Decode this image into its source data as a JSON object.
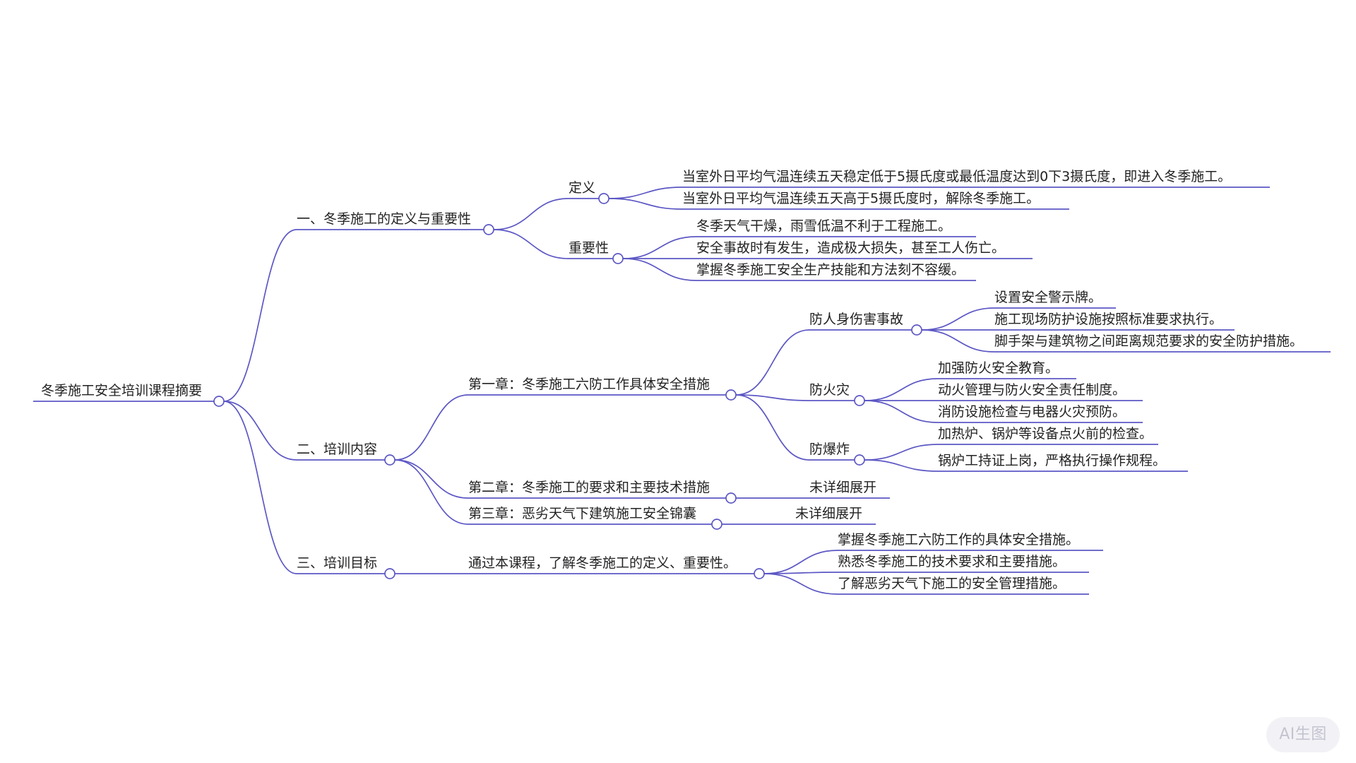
{
  "colors": {
    "line": "#5c57c4",
    "text": "#222222",
    "background": "#ffffff"
  },
  "mindmap": {
    "root": {
      "label": "冬季施工安全培训课程摘要",
      "children": [
        {
          "label": "一、冬季施工的定义与重要性",
          "children": [
            {
              "label": "定义",
              "children": [
                {
                  "label": "当室外日平均气温连续五天稳定低于5摄氏度或最低温度达到0下3摄氏度，即进入冬季施工。"
                },
                {
                  "label": "当室外日平均气温连续五天高于5摄氏度时，解除冬季施工。"
                }
              ]
            },
            {
              "label": "重要性",
              "children": [
                {
                  "label": "冬季天气干燥，雨雪低温不利于工程施工。"
                },
                {
                  "label": "安全事故时有发生，造成极大损失，甚至工人伤亡。"
                },
                {
                  "label": "掌握冬季施工安全生产技能和方法刻不容缓。"
                }
              ]
            }
          ]
        },
        {
          "label": "二、培训内容",
          "children": [
            {
              "label": "第一章：冬季施工六防工作具体安全措施",
              "children": [
                {
                  "label": "防人身伤害事故",
                  "children": [
                    {
                      "label": "设置安全警示牌。"
                    },
                    {
                      "label": "施工现场防护设施按照标准要求执行。"
                    },
                    {
                      "label": "脚手架与建筑物之间距离规范要求的安全防护措施。"
                    }
                  ]
                },
                {
                  "label": "防火灾",
                  "children": [
                    {
                      "label": "加强防火安全教育。"
                    },
                    {
                      "label": "动火管理与防火安全责任制度。"
                    },
                    {
                      "label": "消防设施检查与电器火灾预防。"
                    }
                  ]
                },
                {
                  "label": "防爆炸",
                  "children": [
                    {
                      "label": "加热炉、锅炉等设备点火前的检查。"
                    },
                    {
                      "label": "锅炉工持证上岗，严格执行操作规程。"
                    }
                  ]
                }
              ]
            },
            {
              "label": "第二章：冬季施工的要求和主要技术措施",
              "children": [
                {
                  "label": "未详细展开"
                }
              ]
            },
            {
              "label": "第三章：恶劣天气下建筑施工安全锦囊",
              "children": [
                {
                  "label": "未详细展开"
                }
              ]
            }
          ]
        },
        {
          "label": "三、培训目标",
          "children": [
            {
              "label": "通过本课程，了解冬季施工的定义、重要性。",
              "children": [
                {
                  "label": "掌握冬季施工六防工作的具体安全措施。"
                },
                {
                  "label": "熟悉冬季施工的技术要求和主要措施。"
                },
                {
                  "label": "了解恶劣天气下施工的安全管理措施。"
                }
              ]
            }
          ]
        }
      ]
    }
  },
  "watermark": "AI生图"
}
